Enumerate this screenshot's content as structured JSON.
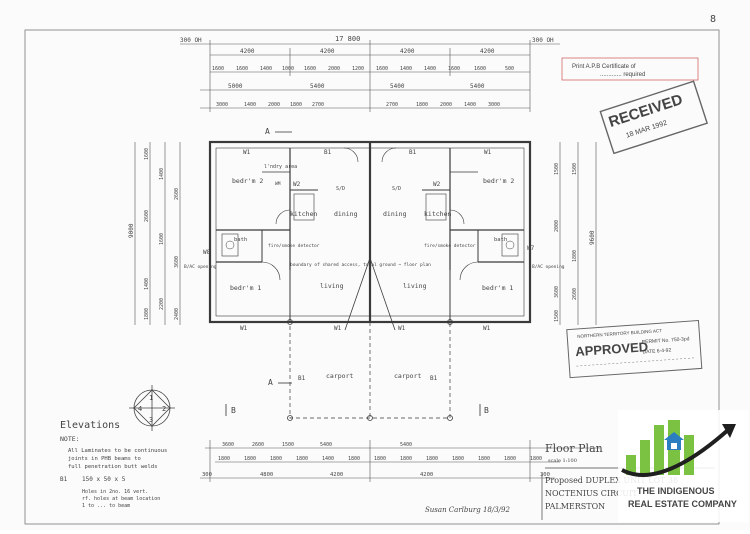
{
  "page_number": "8",
  "overall_width": "17 800",
  "eave_left": "300 OH",
  "eave_right": "300 OH",
  "top_dims": {
    "row1": [
      "4200",
      "4200",
      "4200",
      "4200"
    ],
    "row2": [
      "1600",
      "1600",
      "1400",
      "1000",
      "1600",
      "2000",
      "1200",
      "1600",
      "1400",
      "1400",
      "1600",
      "1600",
      "500"
    ],
    "row3": [
      "5000",
      "5400",
      "5400",
      "5400"
    ],
    "row4": [
      "3000",
      "1400",
      "2000",
      "1800",
      "2700",
      "2700",
      "1800",
      "2000",
      "1400",
      "3000"
    ]
  },
  "rooms": {
    "bedroom2_left": "bedr'm 2",
    "bedroom2_right": "bedr'm 2",
    "bedroom1_left": "bedr'm 1",
    "bedroom1_right": "bedr'm 1",
    "laundry": "l'ndry area",
    "kitchen_left": "kitchen",
    "kitchen_right": "kitchen",
    "dining_left": "dining",
    "dining_right": "dining",
    "bath_left": "bath",
    "bath_right": "bath",
    "living_left": "living",
    "living_right": "living",
    "carport_left": "carport",
    "carport_right": "carport",
    "sd_left": "S/D",
    "sd_right": "S/D",
    "wm": "WM"
  },
  "window_tags": {
    "w1": "W1",
    "b1": "B1",
    "w2": "W2",
    "w8": "W8",
    "w7": "W7"
  },
  "section_marks": {
    "a": "A",
    "b": "B"
  },
  "notes": {
    "label_ac_left": "B/AC opening",
    "label_ac_right": "B/AC opening",
    "label_fire_left": "fire/smoke detector",
    "label_fire_right": "fire/smoke detector",
    "label_boundary": "boundary of shared access, total ground ~ floor plan",
    "elevations_title": "Elevations",
    "note_title": "NOTE:",
    "note_line1": "All Laminates to be continuous",
    "note_line2": "joints in PHB beams to",
    "note_line3": "full penetration butt welds",
    "b1_tag": "B1",
    "b1_value": "150 x 50 x 5",
    "note_line4": "Holes in 2no. 16 vert.",
    "note_line5": "rf. holes at beam location",
    "note_line6": "1 to ... to beam"
  },
  "left_dims": [
    "1600",
    "1400",
    "2600",
    "2600",
    "1600",
    "3600",
    "1400",
    "2200",
    "2400",
    "1800"
  ],
  "right_dims": [
    "1500",
    "1500",
    "9600",
    "2000",
    "1800",
    "3600",
    "2600",
    "1500"
  ],
  "left_total": "9000",
  "bottom_dims": {
    "row1": [
      "3600",
      "2600",
      "1500",
      "5400",
      "5400"
    ],
    "row2": [
      "1800",
      "1800",
      "1800",
      "1800",
      "1400",
      "1800",
      "1800",
      "1800",
      "1800",
      "1800",
      "1800",
      "1800",
      "1800"
    ],
    "row3": [
      "300",
      "4800",
      "4200",
      "4200",
      "300"
    ]
  },
  "floor_plan_title": "Floor Plan",
  "floor_plan_scale": "scale 1:100",
  "title_block": {
    "line1": "Proposed DUPLEX UNIT LOT 38",
    "line2": "NOCTENIUS CIRCUIT",
    "line3": "PALMERSTON",
    "signature": "Susan Carlburg 18/3/92"
  },
  "stamps": {
    "cert_line1": "Print A.P.B Certificate of ",
    "cert_line2": "............. required",
    "received_text": "RECEIVED",
    "received_date": "18 MAR 1992",
    "approved_header": "NORTHERN TERRITORY BUILDING ACT",
    "approved_text": "APPROVED",
    "permit_no": "PERMIT No. 750-3pd",
    "permit_date": "DATE 6-4-92"
  },
  "logo": {
    "line1": "THE INDIGENOUS",
    "line2": "REAL ESTATE COMPANY",
    "colors": {
      "green": "#7cc242",
      "dark": "#2b2b2b"
    }
  }
}
